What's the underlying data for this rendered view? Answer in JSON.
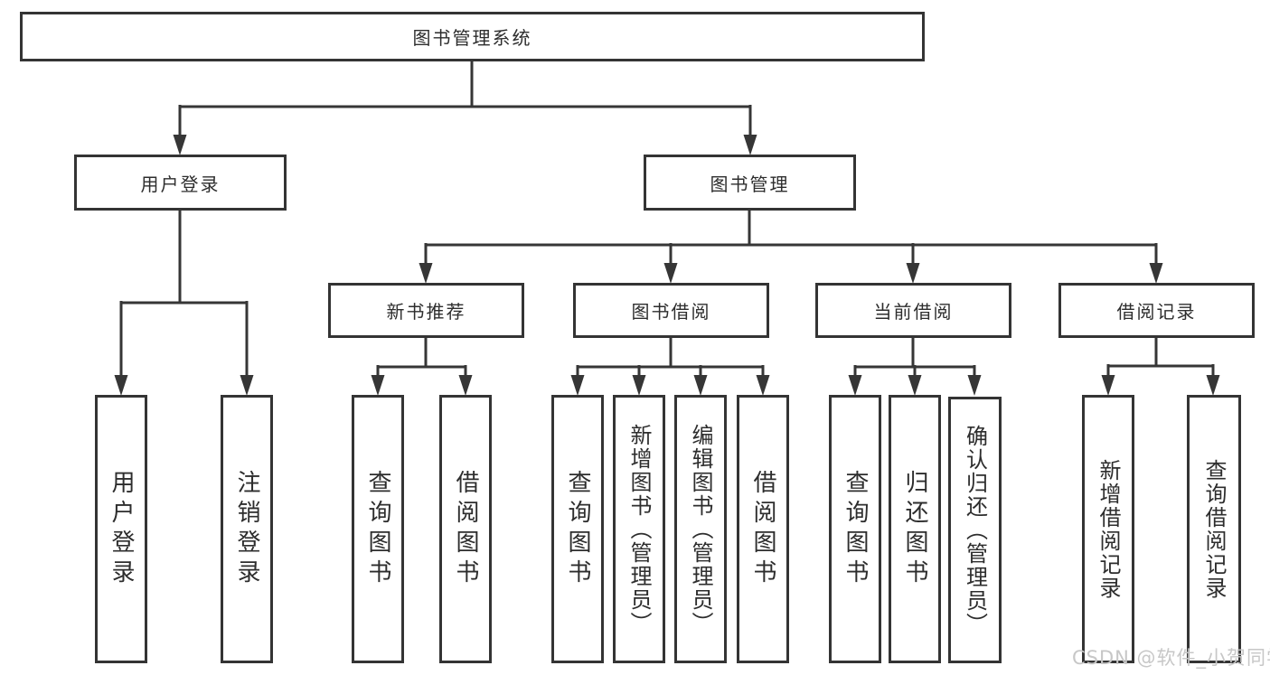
{
  "watermark": "CSDN @软件_小贺同学",
  "colors": {
    "background": "#ffffff",
    "line": "#363636",
    "box_border": "#343434",
    "text": "#2d2d2d",
    "watermark": "#c7c7c7"
  },
  "tree": {
    "root": {
      "label": "图书管理系统"
    },
    "branches": [
      {
        "label": "用户登录",
        "children": [
          {
            "label": "用户登录"
          },
          {
            "label": "注销登录"
          }
        ]
      },
      {
        "label": "图书管理",
        "sections": [
          {
            "label": "新书推荐",
            "children": [
              {
                "label": "查询图书"
              },
              {
                "label": "借阅图书"
              }
            ]
          },
          {
            "label": "图书借阅",
            "children": [
              {
                "label": "查询图书"
              },
              {
                "label": "新增图书（管理员）"
              },
              {
                "label": "编辑图书（管理员）"
              },
              {
                "label": "借阅图书"
              }
            ]
          },
          {
            "label": "当前借阅",
            "children": [
              {
                "label": "查询图书"
              },
              {
                "label": "归还图书"
              },
              {
                "label": "确认归还（管理员）"
              }
            ]
          },
          {
            "label": "借阅记录",
            "children": [
              {
                "label": "新增借阅记录"
              },
              {
                "label": "查询借阅记录"
              }
            ]
          }
        ]
      }
    ]
  }
}
